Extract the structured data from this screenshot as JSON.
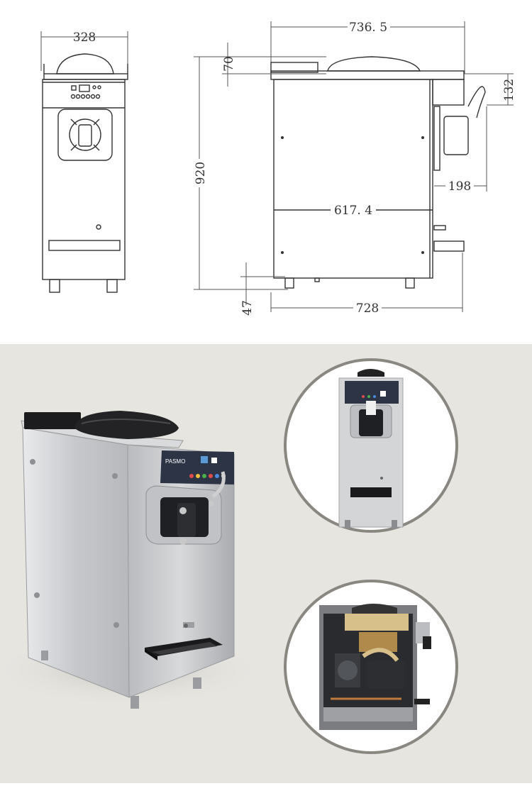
{
  "dimensions": {
    "front_width": "328",
    "side_top_width": "736. 5",
    "lid_height": "70",
    "total_height": "920",
    "spout_height": "132",
    "spout_depth": "198",
    "inner_width": "617. 4",
    "foot_height": "47",
    "base_width": "728"
  },
  "panel": {
    "brand": "PASMO"
  },
  "colors": {
    "background_photo": "#e6e5e0",
    "steel": "#c9cacc",
    "panel": "#2c3446",
    "circle_border": "#8a8780"
  }
}
